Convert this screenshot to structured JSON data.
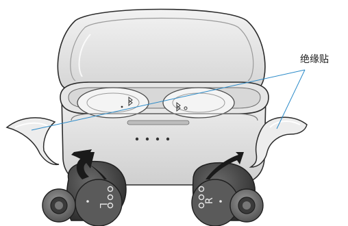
{
  "callout": {
    "label": "绝缘贴"
  },
  "earbuds": {
    "left": {
      "mark": "L"
    },
    "right": {
      "mark": "R"
    }
  },
  "colors": {
    "callout_line": "#2a8ac8",
    "arrow": "#1a1a1a",
    "case_fill": "#e0e0e0",
    "case_stroke": "#2b2b2b",
    "earbud_fill": "#4a4a4a"
  },
  "icons": {
    "bluetooth_mark": "bluetooth-icon",
    "arrows": "arrow-icon"
  },
  "indicator_leds": {
    "count": 4
  }
}
